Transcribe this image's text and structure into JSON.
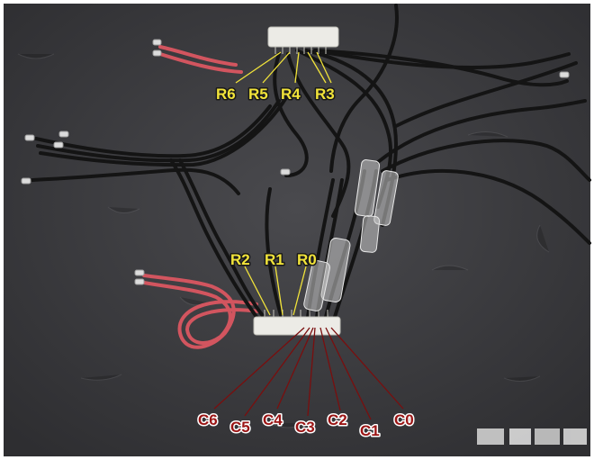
{
  "labels": {
    "r6": "R6",
    "r5": "R5",
    "r4": "R4",
    "r3": "R3",
    "r2": "R2",
    "r1": "R1",
    "r0": "R0",
    "c6": "C6",
    "c5": "C5",
    "c4": "C4",
    "c3": "C3",
    "c2": "C2",
    "c1": "C1",
    "c0": "C0"
  },
  "colors": {
    "background": "#3a3a3d",
    "wire_black": "#141414",
    "wire_red": "#d2555f",
    "connector": "#ecebe6",
    "row_label": "#f2e43a",
    "col_label": "#9a1414"
  }
}
